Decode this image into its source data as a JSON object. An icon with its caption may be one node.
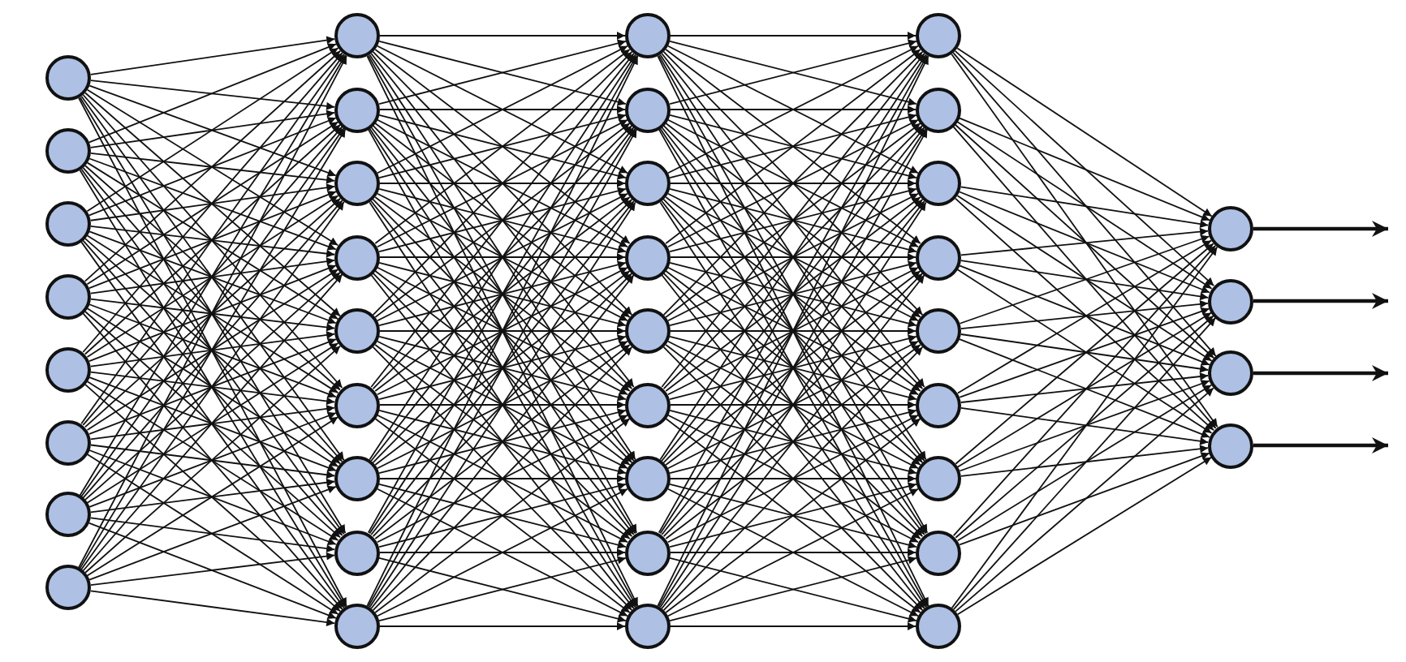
{
  "diagram": {
    "nodes": [
      {
        "text": [],
        "shape": "circle"
      },
      {
        "text": [],
        "shape": "circle"
      },
      {
        "text": [],
        "shape": "circle"
      },
      {
        "text": [],
        "shape": "circle"
      },
      {
        "text": [],
        "shape": "circle"
      },
      {
        "text": [],
        "shape": "circle"
      },
      {
        "text": [],
        "shape": "circle"
      },
      {
        "text": [],
        "shape": "circle"
      },
      {
        "text": [],
        "shape": "circle"
      },
      {
        "text": [],
        "shape": "circle"
      },
      {
        "text": [],
        "shape": "circle"
      },
      {
        "text": [],
        "shape": "circle"
      },
      {
        "text": [],
        "shape": "circle"
      },
      {
        "text": [],
        "shape": "circle"
      },
      {
        "text": [],
        "shape": "circle"
      },
      {
        "text": [],
        "shape": "circle"
      },
      {
        "text": [],
        "shape": "circle"
      },
      {
        "text": [],
        "shape": "circle"
      },
      {
        "text": [],
        "shape": "circle"
      },
      {
        "text": [],
        "shape": "circle"
      },
      {
        "text": [],
        "shape": "circle"
      },
      {
        "text": [],
        "shape": "circle"
      },
      {
        "text": [],
        "shape": "circle"
      },
      {
        "text": [],
        "shape": "circle"
      },
      {
        "text": [],
        "shape": "circle"
      },
      {
        "text": [],
        "shape": "circle"
      },
      {
        "text": [],
        "shape": "circle"
      },
      {
        "text": [],
        "shape": "circle"
      },
      {
        "text": [],
        "shape": "circle"
      },
      {
        "text": [],
        "shape": "circle"
      },
      {
        "text": [],
        "shape": "circle"
      },
      {
        "text": [],
        "shape": "circle"
      },
      {
        "text": [],
        "shape": "circle"
      },
      {
        "text": [],
        "shape": "circle"
      },
      {
        "text": [],
        "shape": "circle"
      },
      {
        "text": [],
        "shape": "circle"
      },
      {
        "text": [],
        "shape": "circle"
      },
      {
        "text": [],
        "shape": "circle"
      },
      {
        "text": [],
        "shape": "circle"
      }
    ],
    "edges": [
      {
        "from": 0,
        "to": 8,
        "arrow": "to"
      },
      {
        "from": 0,
        "to": 9,
        "arrow": "to"
      },
      {
        "from": 0,
        "to": 10,
        "arrow": "to"
      },
      {
        "from": 0,
        "to": 11,
        "arrow": "to"
      },
      {
        "from": 0,
        "to": 12,
        "arrow": "to"
      },
      {
        "from": 0,
        "to": 13,
        "arrow": "to"
      },
      {
        "from": 0,
        "to": 14,
        "arrow": "to"
      },
      {
        "from": 0,
        "to": 15,
        "arrow": "to"
      },
      {
        "from": 0,
        "to": 16,
        "arrow": "to"
      },
      {
        "from": 1,
        "to": 8,
        "arrow": "to"
      },
      {
        "from": 1,
        "to": 9,
        "arrow": "to"
      },
      {
        "from": 1,
        "to": 10,
        "arrow": "to"
      },
      {
        "from": 1,
        "to": 11,
        "arrow": "to"
      },
      {
        "from": 1,
        "to": 12,
        "arrow": "to"
      },
      {
        "from": 1,
        "to": 13,
        "arrow": "to"
      },
      {
        "from": 1,
        "to": 14,
        "arrow": "to"
      },
      {
        "from": 1,
        "to": 15,
        "arrow": "to"
      },
      {
        "from": 1,
        "to": 16,
        "arrow": "to"
      },
      {
        "from": 2,
        "to": 8,
        "arrow": "to"
      },
      {
        "from": 2,
        "to": 9,
        "arrow": "to"
      },
      {
        "from": 2,
        "to": 10,
        "arrow": "to"
      },
      {
        "from": 2,
        "to": 11,
        "arrow": "to"
      },
      {
        "from": 2,
        "to": 12,
        "arrow": "to"
      },
      {
        "from": 2,
        "to": 13,
        "arrow": "to"
      },
      {
        "from": 2,
        "to": 14,
        "arrow": "to"
      },
      {
        "from": 2,
        "to": 15,
        "arrow": "to"
      },
      {
        "from": 2,
        "to": 16,
        "arrow": "to"
      },
      {
        "from": 3,
        "to": 8,
        "arrow": "to"
      },
      {
        "from": 3,
        "to": 9,
        "arrow": "to"
      },
      {
        "from": 3,
        "to": 10,
        "arrow": "to"
      },
      {
        "from": 3,
        "to": 11,
        "arrow": "to"
      },
      {
        "from": 3,
        "to": 12,
        "arrow": "to"
      },
      {
        "from": 3,
        "to": 13,
        "arrow": "to"
      },
      {
        "from": 3,
        "to": 14,
        "arrow": "to"
      },
      {
        "from": 3,
        "to": 15,
        "arrow": "to"
      },
      {
        "from": 3,
        "to": 16,
        "arrow": "to"
      },
      {
        "from": 4,
        "to": 8,
        "arrow": "to"
      },
      {
        "from": 4,
        "to": 9,
        "arrow": "to"
      },
      {
        "from": 4,
        "to": 10,
        "arrow": "to"
      },
      {
        "from": 4,
        "to": 11,
        "arrow": "to"
      },
      {
        "from": 4,
        "to": 12,
        "arrow": "to"
      },
      {
        "from": 4,
        "to": 13,
        "arrow": "to"
      },
      {
        "from": 4,
        "to": 14,
        "arrow": "to"
      },
      {
        "from": 4,
        "to": 15,
        "arrow": "to"
      },
      {
        "from": 4,
        "to": 16,
        "arrow": "to"
      },
      {
        "from": 5,
        "to": 8,
        "arrow": "to"
      },
      {
        "from": 5,
        "to": 9,
        "arrow": "to"
      },
      {
        "from": 5,
        "to": 10,
        "arrow": "to"
      },
      {
        "from": 5,
        "to": 11,
        "arrow": "to"
      },
      {
        "from": 5,
        "to": 12,
        "arrow": "to"
      },
      {
        "from": 5,
        "to": 13,
        "arrow": "to"
      },
      {
        "from": 5,
        "to": 14,
        "arrow": "to"
      },
      {
        "from": 5,
        "to": 15,
        "arrow": "to"
      },
      {
        "from": 5,
        "to": 16,
        "arrow": "to"
      },
      {
        "from": 6,
        "to": 8,
        "arrow": "to"
      },
      {
        "from": 6,
        "to": 9,
        "arrow": "to"
      },
      {
        "from": 6,
        "to": 10,
        "arrow": "to"
      },
      {
        "from": 6,
        "to": 11,
        "arrow": "to"
      },
      {
        "from": 6,
        "to": 12,
        "arrow": "to"
      },
      {
        "from": 6,
        "to": 13,
        "arrow": "to"
      },
      {
        "from": 6,
        "to": 14,
        "arrow": "to"
      },
      {
        "from": 6,
        "to": 15,
        "arrow": "to"
      },
      {
        "from": 6,
        "to": 16,
        "arrow": "to"
      },
      {
        "from": 7,
        "to": 8,
        "arrow": "to"
      },
      {
        "from": 7,
        "to": 9,
        "arrow": "to"
      },
      {
        "from": 7,
        "to": 10,
        "arrow": "to"
      },
      {
        "from": 7,
        "to": 11,
        "arrow": "to"
      },
      {
        "from": 7,
        "to": 12,
        "arrow": "to"
      },
      {
        "from": 7,
        "to": 13,
        "arrow": "to"
      },
      {
        "from": 7,
        "to": 14,
        "arrow": "to"
      },
      {
        "from": 7,
        "to": 15,
        "arrow": "to"
      },
      {
        "from": 7,
        "to": 16,
        "arrow": "to"
      },
      {
        "from": 8,
        "to": 17,
        "arrow": "to"
      },
      {
        "from": 8,
        "to": 18,
        "arrow": "to"
      },
      {
        "from": 8,
        "to": 19,
        "arrow": "to"
      },
      {
        "from": 8,
        "to": 20,
        "arrow": "to"
      },
      {
        "from": 8,
        "to": 21,
        "arrow": "to"
      },
      {
        "from": 8,
        "to": 22,
        "arrow": "to"
      },
      {
        "from": 8,
        "to": 23,
        "arrow": "to"
      },
      {
        "from": 8,
        "to": 24,
        "arrow": "to"
      },
      {
        "from": 8,
        "to": 25,
        "arrow": "to"
      },
      {
        "from": 9,
        "to": 17,
        "arrow": "to"
      },
      {
        "from": 9,
        "to": 18,
        "arrow": "to"
      },
      {
        "from": 9,
        "to": 19,
        "arrow": "to"
      },
      {
        "from": 9,
        "to": 20,
        "arrow": "to"
      },
      {
        "from": 9,
        "to": 21,
        "arrow": "to"
      },
      {
        "from": 9,
        "to": 22,
        "arrow": "to"
      },
      {
        "from": 9,
        "to": 23,
        "arrow": "to"
      },
      {
        "from": 9,
        "to": 24,
        "arrow": "to"
      },
      {
        "from": 9,
        "to": 25,
        "arrow": "to"
      },
      {
        "from": 10,
        "to": 17,
        "arrow": "to"
      },
      {
        "from": 10,
        "to": 18,
        "arrow": "to"
      },
      {
        "from": 10,
        "to": 19,
        "arrow": "to"
      },
      {
        "from": 10,
        "to": 20,
        "arrow": "to"
      },
      {
        "from": 10,
        "to": 21,
        "arrow": "to"
      },
      {
        "from": 10,
        "to": 22,
        "arrow": "to"
      },
      {
        "from": 10,
        "to": 23,
        "arrow": "to"
      },
      {
        "from": 10,
        "to": 24,
        "arrow": "to"
      },
      {
        "from": 10,
        "to": 25,
        "arrow": "to"
      },
      {
        "from": 11,
        "to": 17,
        "arrow": "to"
      },
      {
        "from": 11,
        "to": 18,
        "arrow": "to"
      },
      {
        "from": 11,
        "to": 19,
        "arrow": "to"
      },
      {
        "from": 11,
        "to": 20,
        "arrow": "to"
      },
      {
        "from": 11,
        "to": 21,
        "arrow": "to"
      },
      {
        "from": 11,
        "to": 22,
        "arrow": "to"
      },
      {
        "from": 11,
        "to": 23,
        "arrow": "to"
      },
      {
        "from": 11,
        "to": 24,
        "arrow": "to"
      },
      {
        "from": 11,
        "to": 25,
        "arrow": "to"
      },
      {
        "from": 12,
        "to": 17,
        "arrow": "to"
      },
      {
        "from": 12,
        "to": 18,
        "arrow": "to"
      },
      {
        "from": 12,
        "to": 19,
        "arrow": "to"
      },
      {
        "from": 12,
        "to": 20,
        "arrow": "to"
      },
      {
        "from": 12,
        "to": 21,
        "arrow": "to"
      },
      {
        "from": 12,
        "to": 22,
        "arrow": "to"
      },
      {
        "from": 12,
        "to": 23,
        "arrow": "to"
      },
      {
        "from": 12,
        "to": 24,
        "arrow": "to"
      },
      {
        "from": 12,
        "to": 25,
        "arrow": "to"
      },
      {
        "from": 13,
        "to": 17,
        "arrow": "to"
      },
      {
        "from": 13,
        "to": 18,
        "arrow": "to"
      },
      {
        "from": 13,
        "to": 19,
        "arrow": "to"
      },
      {
        "from": 13,
        "to": 20,
        "arrow": "to"
      },
      {
        "from": 13,
        "to": 21,
        "arrow": "to"
      },
      {
        "from": 13,
        "to": 22,
        "arrow": "to"
      },
      {
        "from": 13,
        "to": 23,
        "arrow": "to"
      },
      {
        "from": 13,
        "to": 24,
        "arrow": "to"
      },
      {
        "from": 13,
        "to": 25,
        "arrow": "to"
      },
      {
        "from": 14,
        "to": 17,
        "arrow": "to"
      },
      {
        "from": 14,
        "to": 18,
        "arrow": "to"
      },
      {
        "from": 14,
        "to": 19,
        "arrow": "to"
      },
      {
        "from": 14,
        "to": 20,
        "arrow": "to"
      },
      {
        "from": 14,
        "to": 21,
        "arrow": "to"
      },
      {
        "from": 14,
        "to": 22,
        "arrow": "to"
      },
      {
        "from": 14,
        "to": 23,
        "arrow": "to"
      },
      {
        "from": 14,
        "to": 24,
        "arrow": "to"
      },
      {
        "from": 14,
        "to": 25,
        "arrow": "to"
      },
      {
        "from": 15,
        "to": 17,
        "arrow": "to"
      },
      {
        "from": 15,
        "to": 18,
        "arrow": "to"
      },
      {
        "from": 15,
        "to": 19,
        "arrow": "to"
      },
      {
        "from": 15,
        "to": 20,
        "arrow": "to"
      },
      {
        "from": 15,
        "to": 21,
        "arrow": "to"
      },
      {
        "from": 15,
        "to": 22,
        "arrow": "to"
      },
      {
        "from": 15,
        "to": 23,
        "arrow": "to"
      },
      {
        "from": 15,
        "to": 24,
        "arrow": "to"
      },
      {
        "from": 15,
        "to": 25,
        "arrow": "to"
      },
      {
        "from": 16,
        "to": 17,
        "arrow": "to"
      },
      {
        "from": 16,
        "to": 18,
        "arrow": "to"
      },
      {
        "from": 16,
        "to": 19,
        "arrow": "to"
      },
      {
        "from": 16,
        "to": 20,
        "arrow": "to"
      },
      {
        "from": 16,
        "to": 21,
        "arrow": "to"
      },
      {
        "from": 16,
        "to": 22,
        "arrow": "to"
      },
      {
        "from": 16,
        "to": 23,
        "arrow": "to"
      },
      {
        "from": 16,
        "to": 24,
        "arrow": "to"
      },
      {
        "from": 16,
        "to": 25,
        "arrow": "to"
      },
      {
        "from": 17,
        "to": 26,
        "arrow": "to"
      },
      {
        "from": 17,
        "to": 27,
        "arrow": "to"
      },
      {
        "from": 17,
        "to": 28,
        "arrow": "to"
      },
      {
        "from": 17,
        "to": 29,
        "arrow": "to"
      },
      {
        "from": 17,
        "to": 30,
        "arrow": "to"
      },
      {
        "from": 17,
        "to": 31,
        "arrow": "to"
      },
      {
        "from": 17,
        "to": 32,
        "arrow": "to"
      },
      {
        "from": 17,
        "to": 33,
        "arrow": "to"
      },
      {
        "from": 17,
        "to": 34,
        "arrow": "to"
      },
      {
        "from": 18,
        "to": 26,
        "arrow": "to"
      },
      {
        "from": 18,
        "to": 27,
        "arrow": "to"
      },
      {
        "from": 18,
        "to": 28,
        "arrow": "to"
      },
      {
        "from": 18,
        "to": 29,
        "arrow": "to"
      },
      {
        "from": 18,
        "to": 30,
        "arrow": "to"
      },
      {
        "from": 18,
        "to": 31,
        "arrow": "to"
      },
      {
        "from": 18,
        "to": 32,
        "arrow": "to"
      },
      {
        "from": 18,
        "to": 33,
        "arrow": "to"
      },
      {
        "from": 18,
        "to": 34,
        "arrow": "to"
      },
      {
        "from": 19,
        "to": 26,
        "arrow": "to"
      },
      {
        "from": 19,
        "to": 27,
        "arrow": "to"
      },
      {
        "from": 19,
        "to": 28,
        "arrow": "to"
      },
      {
        "from": 19,
        "to": 29,
        "arrow": "to"
      },
      {
        "from": 19,
        "to": 30,
        "arrow": "to"
      },
      {
        "from": 19,
        "to": 31,
        "arrow": "to"
      },
      {
        "from": 19,
        "to": 32,
        "arrow": "to"
      },
      {
        "from": 19,
        "to": 33,
        "arrow": "to"
      },
      {
        "from": 19,
        "to": 34,
        "arrow": "to"
      },
      {
        "from": 20,
        "to": 26,
        "arrow": "to"
      },
      {
        "from": 20,
        "to": 27,
        "arrow": "to"
      },
      {
        "from": 20,
        "to": 28,
        "arrow": "to"
      },
      {
        "from": 20,
        "to": 29,
        "arrow": "to"
      },
      {
        "from": 20,
        "to": 30,
        "arrow": "to"
      },
      {
        "from": 20,
        "to": 31,
        "arrow": "to"
      },
      {
        "from": 20,
        "to": 32,
        "arrow": "to"
      },
      {
        "from": 20,
        "to": 33,
        "arrow": "to"
      },
      {
        "from": 20,
        "to": 34,
        "arrow": "to"
      },
      {
        "from": 21,
        "to": 26,
        "arrow": "to"
      },
      {
        "from": 21,
        "to": 27,
        "arrow": "to"
      },
      {
        "from": 21,
        "to": 28,
        "arrow": "to"
      },
      {
        "from": 21,
        "to": 29,
        "arrow": "to"
      },
      {
        "from": 21,
        "to": 30,
        "arrow": "to"
      },
      {
        "from": 21,
        "to": 31,
        "arrow": "to"
      },
      {
        "from": 21,
        "to": 32,
        "arrow": "to"
      },
      {
        "from": 21,
        "to": 33,
        "arrow": "to"
      },
      {
        "from": 21,
        "to": 34,
        "arrow": "to"
      },
      {
        "from": 22,
        "to": 26,
        "arrow": "to"
      },
      {
        "from": 22,
        "to": 27,
        "arrow": "to"
      },
      {
        "from": 22,
        "to": 28,
        "arrow": "to"
      },
      {
        "from": 22,
        "to": 29,
        "arrow": "to"
      },
      {
        "from": 22,
        "to": 30,
        "arrow": "to"
      },
      {
        "from": 22,
        "to": 31,
        "arrow": "to"
      },
      {
        "from": 22,
        "to": 32,
        "arrow": "to"
      },
      {
        "from": 22,
        "to": 33,
        "arrow": "to"
      },
      {
        "from": 22,
        "to": 34,
        "arrow": "to"
      },
      {
        "from": 23,
        "to": 26,
        "arrow": "to"
      },
      {
        "from": 23,
        "to": 27,
        "arrow": "to"
      },
      {
        "from": 23,
        "to": 28,
        "arrow": "to"
      },
      {
        "from": 23,
        "to": 29,
        "arrow": "to"
      },
      {
        "from": 23,
        "to": 30,
        "arrow": "to"
      },
      {
        "from": 23,
        "to": 31,
        "arrow": "to"
      },
      {
        "from": 23,
        "to": 32,
        "arrow": "to"
      },
      {
        "from": 23,
        "to": 33,
        "arrow": "to"
      },
      {
        "from": 23,
        "to": 34,
        "arrow": "to"
      },
      {
        "from": 24,
        "to": 26,
        "arrow": "to"
      },
      {
        "from": 24,
        "to": 27,
        "arrow": "to"
      },
      {
        "from": 24,
        "to": 28,
        "arrow": "to"
      },
      {
        "from": 24,
        "to": 29,
        "arrow": "to"
      },
      {
        "from": 24,
        "to": 30,
        "arrow": "to"
      },
      {
        "from": 24,
        "to": 31,
        "arrow": "to"
      },
      {
        "from": 24,
        "to": 32,
        "arrow": "to"
      },
      {
        "from": 24,
        "to": 33,
        "arrow": "to"
      },
      {
        "from": 24,
        "to": 34,
        "arrow": "to"
      },
      {
        "from": 25,
        "to": 26,
        "arrow": "to"
      },
      {
        "from": 25,
        "to": 27,
        "arrow": "to"
      },
      {
        "from": 25,
        "to": 28,
        "arrow": "to"
      },
      {
        "from": 25,
        "to": 29,
        "arrow": "to"
      },
      {
        "from": 25,
        "to": 30,
        "arrow": "to"
      },
      {
        "from": 25,
        "to": 31,
        "arrow": "to"
      },
      {
        "from": 25,
        "to": 32,
        "arrow": "to"
      },
      {
        "from": 25,
        "to": 33,
        "arrow": "to"
      },
      {
        "from": 25,
        "to": 34,
        "arrow": "to"
      },
      {
        "from": 26,
        "to": 35,
        "arrow": "to"
      },
      {
        "from": 26,
        "to": 36,
        "arrow": "to"
      },
      {
        "from": 26,
        "to": 37,
        "arrow": "to"
      },
      {
        "from": 26,
        "to": 38,
        "arrow": "to"
      },
      {
        "from": 27,
        "to": 35,
        "arrow": "to"
      },
      {
        "from": 27,
        "to": 36,
        "arrow": "to"
      },
      {
        "from": 27,
        "to": 37,
        "arrow": "to"
      },
      {
        "from": 27,
        "to": 38,
        "arrow": "to"
      },
      {
        "from": 28,
        "to": 35,
        "arrow": "to"
      },
      {
        "from": 28,
        "to": 36,
        "arrow": "to"
      },
      {
        "from": 28,
        "to": 37,
        "arrow": "to"
      },
      {
        "from": 28,
        "to": 38,
        "arrow": "to"
      },
      {
        "from": 29,
        "to": 35,
        "arrow": "to"
      },
      {
        "from": 29,
        "to": 36,
        "arrow": "to"
      },
      {
        "from": 29,
        "to": 37,
        "arrow": "to"
      },
      {
        "from": 29,
        "to": 38,
        "arrow": "to"
      },
      {
        "from": 30,
        "to": 35,
        "arrow": "to"
      },
      {
        "from": 30,
        "to": 36,
        "arrow": "to"
      },
      {
        "from": 30,
        "to": 37,
        "arrow": "to"
      },
      {
        "from": 30,
        "to": 38,
        "arrow": "to"
      },
      {
        "from": 31,
        "to": 35,
        "arrow": "to"
      },
      {
        "from": 31,
        "to": 36,
        "arrow": "to"
      },
      {
        "from": 31,
        "to": 37,
        "arrow": "to"
      },
      {
        "from": 31,
        "to": 38,
        "arrow": "to"
      },
      {
        "from": 32,
        "to": 35,
        "arrow": "to"
      },
      {
        "from": 32,
        "to": 36,
        "arrow": "to"
      },
      {
        "from": 32,
        "to": 37,
        "arrow": "to"
      },
      {
        "from": 32,
        "to": 38,
        "arrow": "to"
      },
      {
        "from": 33,
        "to": 35,
        "arrow": "to"
      },
      {
        "from": 33,
        "to": 36,
        "arrow": "to"
      },
      {
        "from": 33,
        "to": 37,
        "arrow": "to"
      },
      {
        "from": 33,
        "to": 38,
        "arrow": "to"
      },
      {
        "from": 34,
        "to": 35,
        "arrow": "to"
      },
      {
        "from": 34,
        "to": 36,
        "arrow": "to"
      },
      {
        "from": 34,
        "to": 37,
        "arrow": "to"
      },
      {
        "from": 34,
        "to": 38,
        "arrow": "to"
      },
      {
        "from": 35,
        "to": null,
        "arrow": "to"
      },
      {
        "from": 36,
        "to": null,
        "arrow": "to"
      },
      {
        "from": 37,
        "to": null,
        "arrow": "to"
      },
      {
        "from": 38,
        "to": null,
        "arrow": "to"
      }
    ]
  }
}
